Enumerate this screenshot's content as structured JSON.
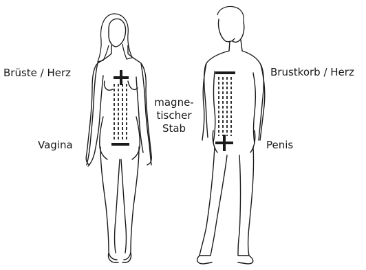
{
  "labels": {
    "woman_upper": "Brüste / Herz",
    "woman_lower": "Vagina",
    "man_upper": "Brustkorb / Herz",
    "man_lower": "Penis",
    "center": [
      "magne-",
      "tischer",
      "Stab"
    ]
  },
  "colors": {
    "line": "#1a1a1a",
    "background": "#ffffff"
  }
}
